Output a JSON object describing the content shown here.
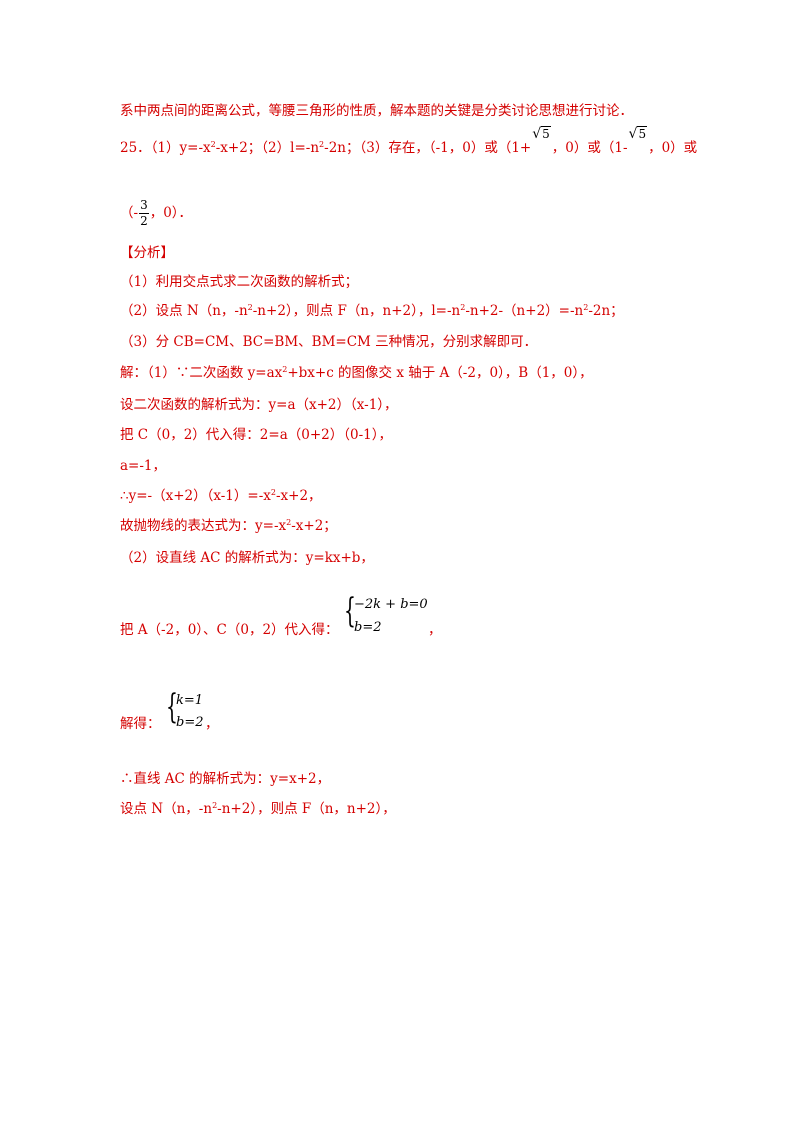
{
  "lines": {
    "l1": "系中两点间的距离公式，等腰三角形的性质，解本题的关键是分类讨论思想进行讨论．",
    "q_num": "25．",
    "p1a": "（1）y=-x",
    "p1b": "-x+2；（2）l=-n",
    "p1c": "-2n；（3）存在，（-1，0）或（1+",
    "p1d": "，0）或（1-",
    "p1e": "，0）或",
    "p2a": "（-",
    "p2b": "，0）．",
    "analysis": "【分析】",
    "a1": "（1）利用交点式求二次函数的解析式；",
    "a2a": "（2）设点 N（n，-n",
    "a2b": "-n+2），则点 F（n，n+2），l=-n",
    "a2c": "-n+2-（n+2）=-n",
    "a2d": "-2n；",
    "a3": "（3）分 CB=CM、BC=BM、BM=CM 三种情况，分别求解即可．",
    "s1a": "解：（1）∵二次函数 y=ax",
    "s1b": "+bx+c 的图像交 x 轴于 A（-2，0），B（1，0），",
    "s2": "设二次函数的解析式为：y=a（x+2）（x-1），",
    "s3": "把 C（0，2）代入得：2=a（0+2）（0-1），",
    "s4": "a=-1，",
    "s5a": "∴y=-（x+2）（x-1）=-x",
    "s5b": "-x+2，",
    "s6a": "故抛物线的表达式为：y=-x",
    "s6b": "-x+2；",
    "s7": "（2）设直线 AC 的解析式为：y=kx+b，",
    "s8": "把 A（-2，0）、C（0，2）代入得：",
    "s8_end": "，",
    "s9": "解得：",
    "s9_end": "，",
    "s10": "∴直线 AC 的解析式为：y=x+2，",
    "s11a": "设点 N（n，-n",
    "s11b": "-n+2），则点 F（n，n+2），"
  },
  "math": {
    "sup2": "2",
    "sqrt_radicand": "5",
    "sqrt_sign": "√",
    "frac_num": "3",
    "frac_den": "2",
    "brace": "{",
    "sys1_row1": "−2k + b=0",
    "sys1_row2": "b=2",
    "sys2_row1": "k=1",
    "sys2_row2": "b=2"
  },
  "colors": {
    "answer_text": "#d40000",
    "math_text": "#000000"
  }
}
